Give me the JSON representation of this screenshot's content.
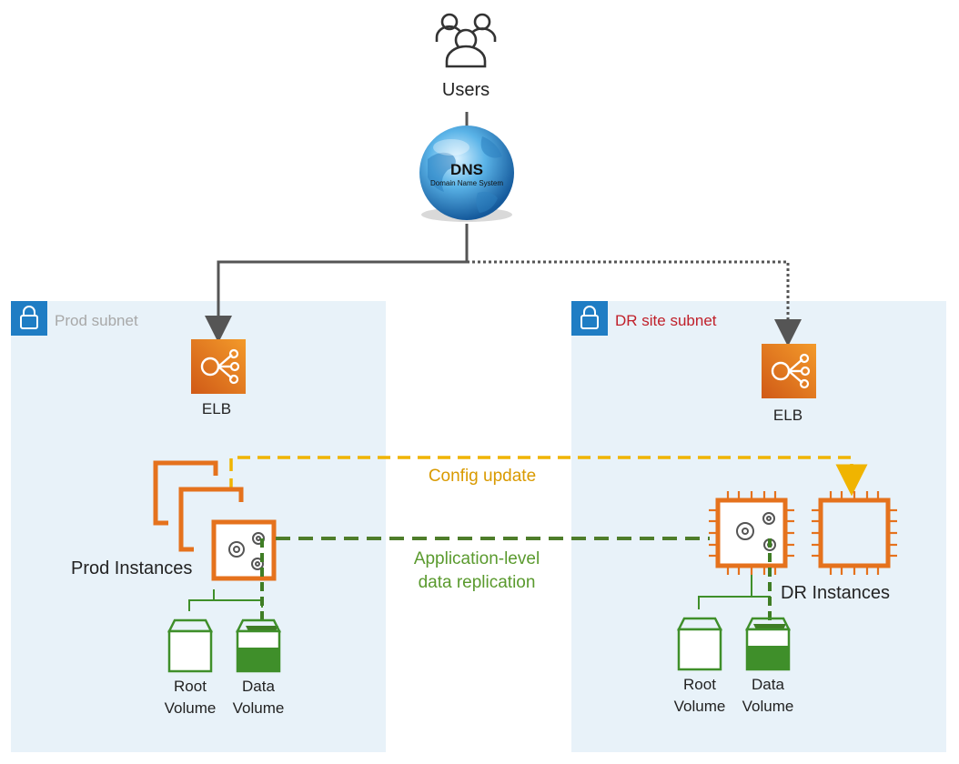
{
  "users": {
    "label": "Users",
    "icon": "users-icon"
  },
  "dns": {
    "title": "DNS",
    "subtitle": "Domain Name System",
    "icon": "globe-icon"
  },
  "prod_subnet": {
    "label": "Prod subnet",
    "label_color": "#a8a8a8",
    "icon": "lock-icon",
    "elb_label": "ELB",
    "instances_label": "Prod Instances",
    "root_volume_label": [
      "Root",
      "Volume"
    ],
    "data_volume_label": [
      "Data",
      "Volume"
    ]
  },
  "dr_subnet": {
    "label": "DR site subnet",
    "label_color": "#c0202a",
    "icon": "lock-icon",
    "elb_label": "ELB",
    "instances_label": "DR Instances",
    "root_volume_label": [
      "Root",
      "Volume"
    ],
    "data_volume_label": [
      "Data",
      "Volume"
    ]
  },
  "flows": {
    "config_update": {
      "label": "Config update",
      "color": "#e8a000"
    },
    "replication": {
      "label_lines": [
        "Application-level",
        "data replication"
      ],
      "color": "#4e8a26"
    }
  },
  "colors": {
    "subnet_fill": "#e8f2f9",
    "subnet_badge": "#1f7dc4",
    "orange": "#e5721d",
    "green": "#3f8f2a",
    "connector": "#555555"
  }
}
